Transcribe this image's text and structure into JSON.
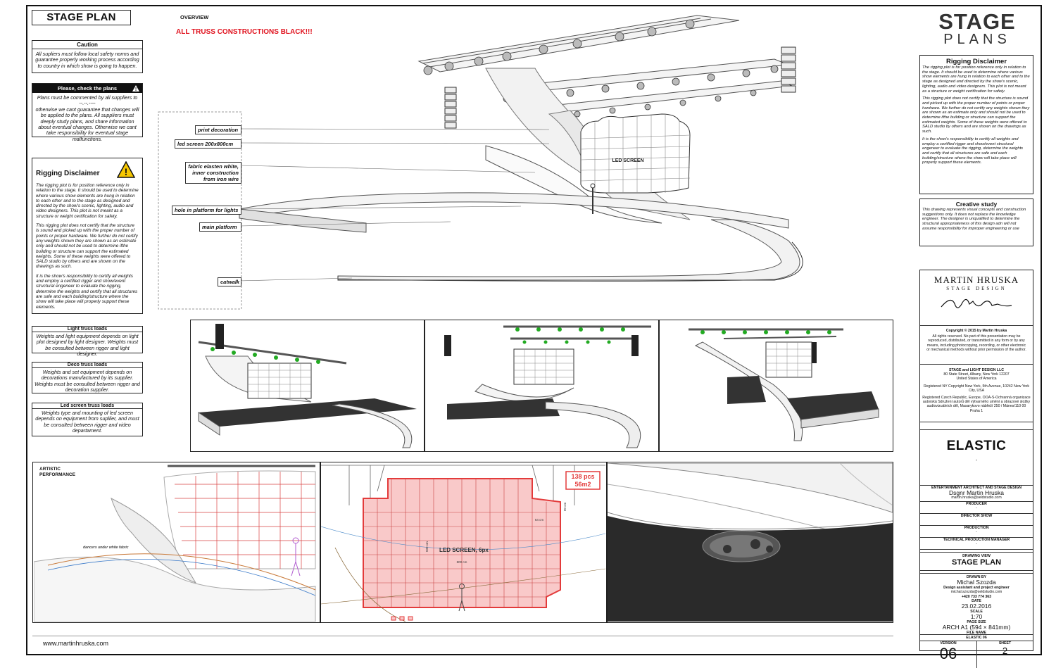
{
  "header": {
    "title": "STAGE PLAN",
    "overview_label": "OVERVIEW",
    "warning": "ALL TRUSS CONSTRUCTIONS BLACK!!!"
  },
  "left_panel": {
    "caution": {
      "title": "Caution",
      "text": "All supliers must follow local safety norms and guarantee properly working process according to country in which show is going to happen."
    },
    "check": {
      "title": "Please, check the plans",
      "line1": "Plans must be commented by all suppliers to",
      "line2": "--.--.----",
      "line3": "otherwise we cant guarantee that changes will be applied to the plans. All suppliers must deeply study plans, and share information about eventual changes. Otherwise we cant take responsibility for eventual stage malfunctions."
    },
    "rigging": {
      "title": "Rigging Disclaimer",
      "p1": "The rigging plot is for position reference only in relation to the stage. It should be used to determine where various show elements are hung in relation to each other and to the stage as designed and directed by the show's scenic, lighting, audio and video designers. This plot is not meant as a structure or weight certification for safety.",
      "p2": "This rigging plot does not certify that the structure is sound and picked up with the proper number of points or proper hardware. We further do not certify any weights shown they are shown as an estimate only and should not be used to determine ifthe building or structure can support the estimated weights. Some of these weights were offered to SALD studio by others and are shown on the drawings as such.",
      "p3": "It is the show's responsibility to certify all weights and employ a certified rigger and show/event structural engeneer to evaluate the rigging, determine the weights and certify that all structures are safe and each building/structure where the show will take place will properly support these elements."
    },
    "light_truss": {
      "title": "Light truss loads",
      "text": "Weights and light equipment  depends on light plot designed by light designer. Weights must be consulted between rigger and light designer."
    },
    "deco_truss": {
      "title": "Deco truss loads",
      "text": "Weights and set equipment depends on decorations manufactured by its supplier. Weights must be consulted between rigger and decoration supplier."
    },
    "led_truss": {
      "title": "Led screen truss loads",
      "text": "Weights type and mounting of led screen depends on equipment from supllier, and must be consulted between rigger and video departament."
    }
  },
  "callouts": [
    "print decoration",
    "led screen  200x800cm",
    "fabric elasten white, inner construction from iron wire",
    "hole in platform for lights",
    "main platform",
    "catwalk"
  ],
  "drawing_labels": {
    "led_screen": "LED SCREEN",
    "artistic": "ARTISTIC PERFORMANCE",
    "dancers": "dancers under white fabric",
    "pcs": "138 pcs",
    "area": "56m2",
    "led_6px": "LED SCREEN, 6px",
    "dim_800": "800 cm",
    "dim_64": "64 cm",
    "dim_500": "500 cm",
    "dim_80": "80 cm"
  },
  "footer_url": "www.martinhruska.com",
  "right_panel": {
    "logo_top": "STAGE",
    "logo_bottom": "PLANS",
    "rigging_title": "Rigging Disclaimer",
    "rigging_p1": "The rigging plot is for position reference only in relation to the stage. It should be used to determine where various show elements are hung in relation to each other and to the stage as designed and directed by the show's scenic, lighting, audio and video designers. This plot is not meant as a structure or weight certification for safety.",
    "rigging_p2": "This rigging plot does not certify that the structure is sound and picked up with the proper number of points or proper hardware. We further do not certify any weights shown they are shown as an estimate only and should not be used to determine ifthe building or structure can support the estimated weights. Some of these weights were offered to SALD studio by others and are shown on the drawings as such.",
    "rigging_p3": "It is the show's responsibility to certify all weights and employ a certified rigger and show/event structural engeneer to evaluate the rigging, determine the weights and certify that all structures are safe and each building/structure where the show will take place will properly support these elements.",
    "creative_title": "Creative study",
    "creative_text": "This drawing represents visual concepts and construction suggestions only. It does not replace the knowledge engineer. The designer is unqualified to determine the structural appropriateness of this design adn will not assume responsibility for improper engineering or use",
    "brand_name": "MARTIN HRUSKA",
    "brand_sub": "STAGE DESIGN",
    "copyright": "Copyright © 2015 by Martin Hruska",
    "rights": "All rights reserved. No part of this presentation may be reproduced, distributed, or transmitted in any form or by any means, including photocopying, recording, or other electronic or mechanical methods without prior permission of the author.",
    "company": "STAGE and LIGHT DESIGN LLC",
    "address1": "80 State Street, Albany, New York 12207",
    "address2": "United States of America",
    "registered_ny": "Registered NY Copyright New York, 5th Avenue, 10242 New York City, USA",
    "registered_cz": "Registered Czech Republic, Europe, OOA-S-Ochranná organizace autorská Sdružení autorů děl výtvarného umění a obrazové složky audiovizuálních děl, Masarykovo nábřeží 250 / Mánes/110 00 Praha 1",
    "project": "ELASTIC",
    "project_dash": "-",
    "role1": "ENTERTAINMENT ARCHITECT AND STAGE DESIGN",
    "role1_name": "Dsgnr Martin Hruska",
    "role1_mail": "martin.hruska@seldstudio.com",
    "producer": "PRODUCER",
    "producer_val": "-",
    "director": "DIRECTOR SHOW",
    "director_val": "-",
    "production": "PRODUCTION",
    "production_val": "-",
    "tpm": "TECHNICAL PRODUCTION MANAGER",
    "tpm_val": "-",
    "drawing_view": "DRAWING VIEW",
    "drawing_view_val": "STAGE PLAN",
    "drawn_by": "DRAWN BY",
    "drawn_name": "Michal Szozda",
    "drawn_role": "Design assistant and project engineer",
    "drawn_mail": "michal.szozda@seldstudio.com",
    "drawn_phone": "+420 733 774 363",
    "date_label": "DATE",
    "date_val": "23.02.2016",
    "scale_label": "SCALE",
    "scale_val": "1:70",
    "pagesize_label": "PAGE SIZE",
    "pagesize_val": "ARCH A1 (594 × 841mm)",
    "filename_label": "FILE NAME",
    "filename_val": "ELASTIC 06",
    "version_label": "VERSION",
    "version_val": "06",
    "sheet_label": "SHEET",
    "sheet_val": "2"
  },
  "colors": {
    "warning_red": "#e0111d",
    "screen_red": "#e33b3b",
    "screen_fill": "#f9c9c9",
    "grid_gray": "#555555",
    "fixture_green": "#22aa22"
  }
}
